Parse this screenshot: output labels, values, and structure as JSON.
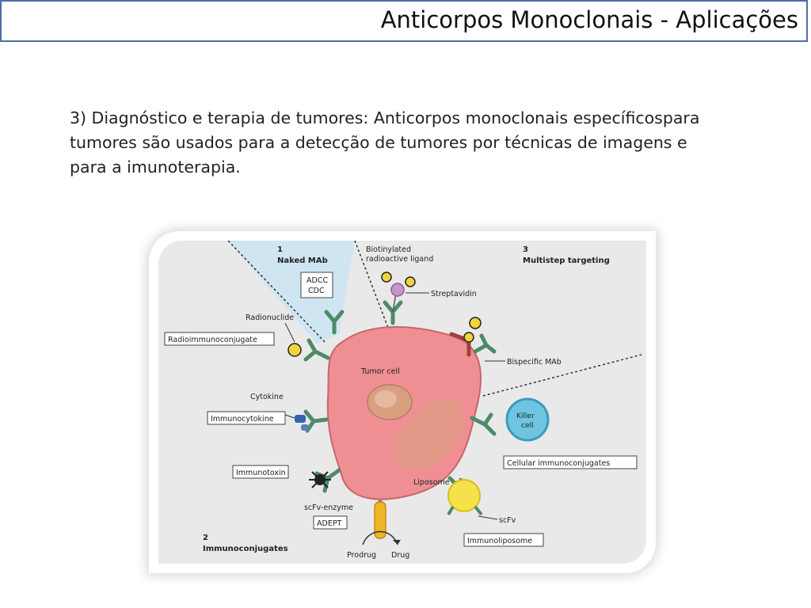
{
  "title": "Anticorpos Monoclonais - Aplicações",
  "body_text": "3) Diagnóstico e terapia de tumores: Anticorpos monoclonais específicospara tumores são usados para a detecção de tumores por técnicas de imagens e para a imunoterapia.",
  "diagram": {
    "section1_number": "1",
    "section1_title": "Naked MAb",
    "adcc": "ADCC",
    "cdc": "CDC",
    "section2_number": "2",
    "section2_title": "Immunoconjugates",
    "section3_number": "3",
    "section3_title": "Multistep targeting",
    "biotinylated_line1": "Biotinylated",
    "biotinylated_line2": "radioactive ligand",
    "streptavidin": "Streptavidin",
    "bispecific": "Bispecific MAb",
    "radionuclide": "Radionuclide",
    "radioimmunoconjugate": "Radioimmunoconjugate",
    "tumor_cell": "Tumor cell",
    "cytokine": "Cytokine",
    "immunocytokine": "Immunocytokine",
    "immunotoxin": "Immunotoxin",
    "scfv_enzyme": "scFv-enzyme",
    "adept": "ADEPT",
    "prodrug": "Prodrug",
    "drug": "Drug",
    "liposome": "Liposome",
    "scfv": "scFv",
    "immunoliposome": "Immunoliposome",
    "killer_line1": "Killer",
    "killer_line2": "cell",
    "cellular_immunoconjugates": "Cellular immunoconjugates"
  },
  "colors": {
    "title_border": "#4a6ea9",
    "tumor_cell": "#ef8f93",
    "tumor_inner": "#d9a07f",
    "antibody": "#4f8a68",
    "naked_sector": "#cfe6f2",
    "liposome": "#f5e24a",
    "killer_cell": "#6dc5df"
  }
}
